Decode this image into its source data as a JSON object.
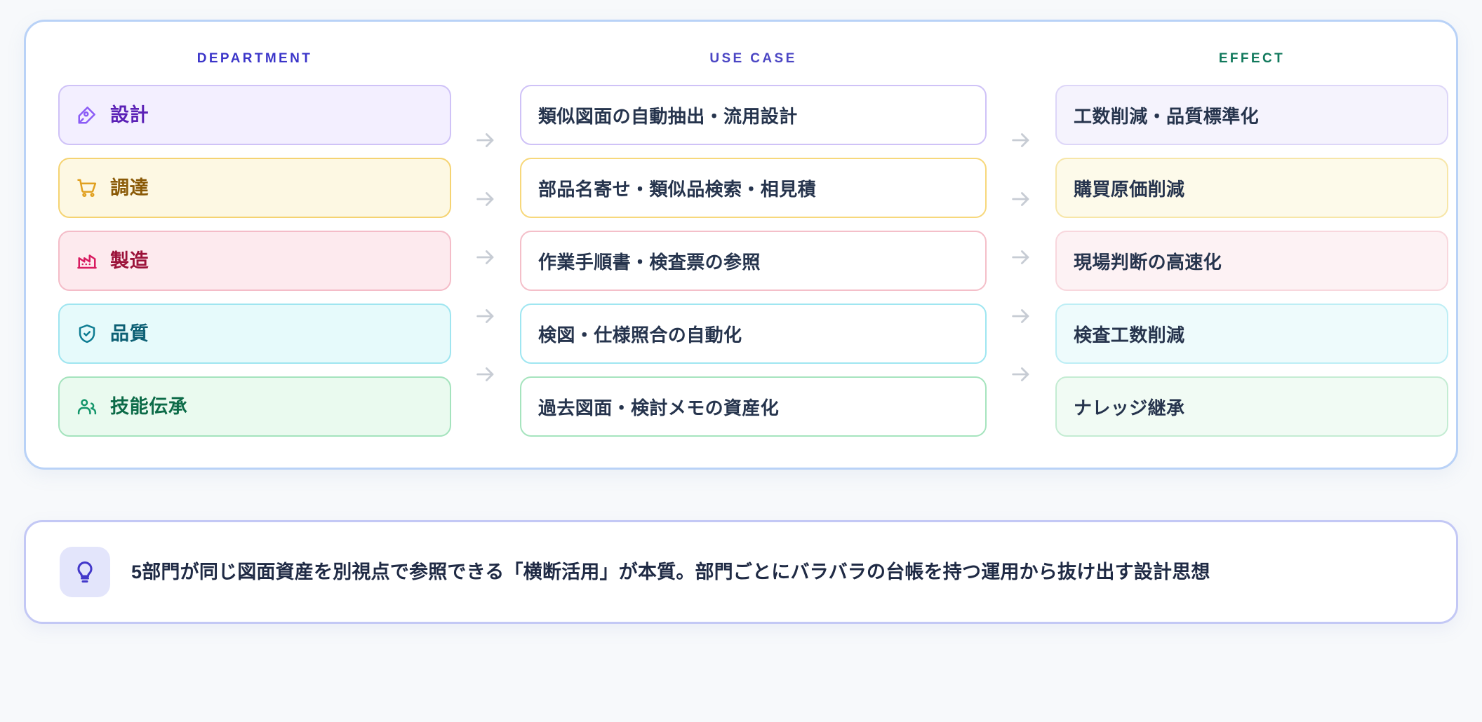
{
  "headers": {
    "department": "DEPARTMENT",
    "use_case": "USE CASE",
    "effect": "EFFECT"
  },
  "colors": {
    "page_bg": "#f7f9fb",
    "matrix_card_border": "#b9d2f7",
    "note_card_border": "#c3c8f5",
    "header_department": "#3b35c9",
    "header_use_case": "#4b46c4",
    "header_effect": "#11795c",
    "body_text": "#26344d",
    "arrow": "#9aa3b2"
  },
  "rows": [
    {
      "accent": "#8b5cf6",
      "chip_bg": "#f3efff",
      "chip_border": "#cfc2f7",
      "label_color": "#5b21b6",
      "icon": "pen-nib-icon",
      "department": "設計",
      "use_case": "類似図面の自動抽出・流用設計",
      "use_case_border": "#cfc2f7",
      "use_case_bg": "#ffffff",
      "effect": "工数削減・品質標準化",
      "effect_bg": "#f5f3fd",
      "effect_border": "#ddd6f8"
    },
    {
      "accent": "#e0a020",
      "chip_bg": "#fdf8e3",
      "chip_border": "#f5d372",
      "label_color": "#8a5a07",
      "icon": "shopping-cart-icon",
      "department": "調達",
      "use_case": "部品名寄せ・類似品検索・相見積",
      "use_case_border": "#f7d87c",
      "use_case_bg": "#ffffff",
      "effect": "購買原価削減",
      "effect_bg": "#fdfaea",
      "effect_border": "#f7e6a8"
    },
    {
      "accent": "#d81b60",
      "chip_bg": "#fdeaee",
      "chip_border": "#f4bcc8",
      "label_color": "#9b1239",
      "icon": "factory-icon",
      "department": "製造",
      "use_case": "作業手順書・検査票の参照",
      "use_case_border": "#f4bfc9",
      "use_case_bg": "#ffffff",
      "effect": "現場判断の高速化",
      "effect_bg": "#fdf2f4",
      "effect_border": "#f8d7dd"
    },
    {
      "accent": "#0e7c92",
      "chip_bg": "#e6fafb",
      "chip_border": "#9fe5f0",
      "label_color": "#0c5f74",
      "icon": "shield-check-icon",
      "department": "品質",
      "use_case": "検図・仕様照合の自動化",
      "use_case_border": "#9fe6f1",
      "use_case_bg": "#ffffff",
      "effect": "検査工数削減",
      "effect_bg": "#eefbfc",
      "effect_border": "#bdeef5"
    },
    {
      "accent": "#12956a",
      "chip_bg": "#eafaef",
      "chip_border": "#a4e3bd",
      "label_color": "#0c6b48",
      "icon": "users-icon",
      "department": "技能伝承",
      "use_case": "過去図面・検討メモの資産化",
      "use_case_border": "#a6e4be",
      "use_case_bg": "#ffffff",
      "effect": "ナレッジ継承",
      "effect_bg": "#f1fbf4",
      "effect_border": "#c4ecd3"
    }
  ],
  "arrow_count": 5,
  "arrow_icon": "arrow-right-icon",
  "note": {
    "icon": "lightbulb-icon",
    "text": "5部門が同じ図面資産を別視点で参照できる「横断活用」が本質。部門ごとにバラバラの台帳を持つ運用から抜け出す設計思想"
  }
}
